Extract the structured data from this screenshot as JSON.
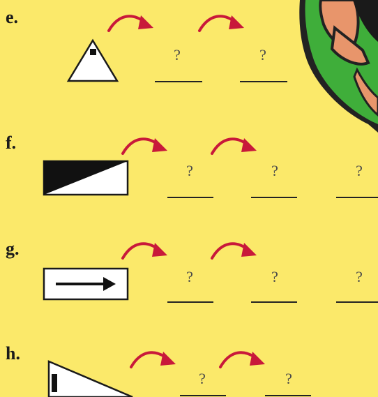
{
  "rows": [
    {
      "letter": "e.",
      "blanks": [
        "?",
        "?"
      ]
    },
    {
      "letter": "f.",
      "blanks": [
        "?",
        "?",
        "?"
      ]
    },
    {
      "letter": "g.",
      "blanks": [
        "?",
        "?",
        "?"
      ]
    },
    {
      "letter": "h.",
      "blanks": [
        "?",
        "?"
      ]
    }
  ],
  "colors": {
    "background": "#fbe96a",
    "arrow": "#c8193a",
    "outline": "#1a1a1a",
    "mascot_green": "#3fae3a",
    "mascot_skin": "#e8956b"
  },
  "icons": [
    "triangle-shape-icon",
    "rectangle-diagonal-shape-icon",
    "rectangle-arrow-shape-icon",
    "right-triangle-shape-icon",
    "curved-arrow-icon"
  ]
}
